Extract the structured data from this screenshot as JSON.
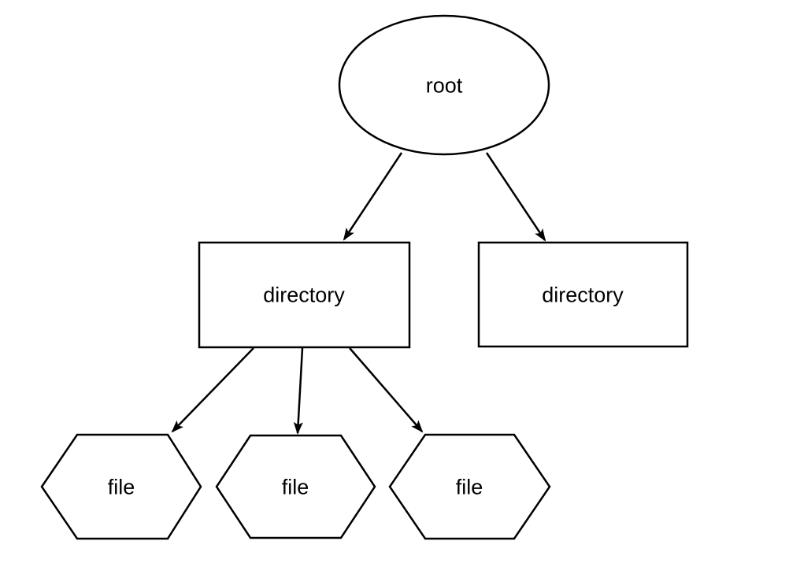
{
  "diagram": {
    "type": "tree",
    "colors": {
      "background": "#ffffff",
      "node_fill": "#ffffff",
      "node_stroke": "#000000",
      "text": "#000000",
      "edge": "#000000"
    },
    "nodes": {
      "root": {
        "label": "root",
        "shape": "ellipse"
      },
      "dir_left": {
        "label": "directory",
        "shape": "rectangle"
      },
      "dir_right": {
        "label": "directory",
        "shape": "rectangle"
      },
      "file_left": {
        "label": "file",
        "shape": "hexagon"
      },
      "file_middle": {
        "label": "file",
        "shape": "hexagon"
      },
      "file_right": {
        "label": "file",
        "shape": "hexagon"
      }
    },
    "edges": [
      {
        "from": "root",
        "to": "dir_left",
        "style": "arrow"
      },
      {
        "from": "root",
        "to": "dir_right",
        "style": "arrow"
      },
      {
        "from": "dir_left",
        "to": "file_left",
        "style": "arrow"
      },
      {
        "from": "dir_left",
        "to": "file_middle",
        "style": "arrow"
      },
      {
        "from": "dir_left",
        "to": "file_right",
        "style": "arrow"
      }
    ]
  }
}
